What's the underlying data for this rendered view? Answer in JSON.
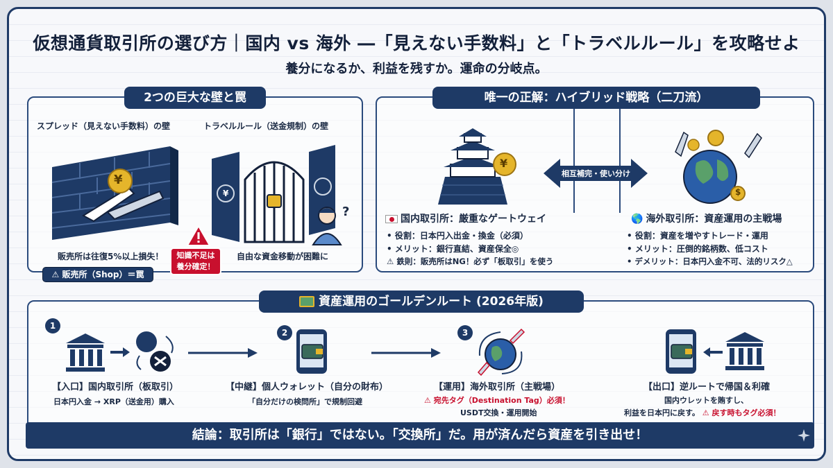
{
  "header": {
    "title": "仮想通貨取引所の選び方｜国内 vs 海外 ―「見えない手数料」と「トラベルルール」を攻略せよ",
    "subtitle": "養分になるか、利益を残すか。運命の分岐点。"
  },
  "walls": {
    "heading": "2つの巨大な壁と罠",
    "spread": {
      "title": "スプレッド（見えない手数料）の壁",
      "caption": "販売所は往復5%以上損失！",
      "coin": "¥"
    },
    "travel": {
      "title": "トラベルルール（送金規制）の壁",
      "caption": "自由な資金移動が困難に",
      "coin": "¥",
      "question": "?"
    },
    "shop_badge": "⚠ 販売所（Shop）＝罠",
    "warning_line1": "知識不足は",
    "warning_line2": "養分確定！"
  },
  "hybrid": {
    "heading": "唯一の正解：ハイブリッド戦略（二刀流）",
    "arrow_label": "相互補完・使い分け",
    "domestic": {
      "coin": "¥",
      "title": "国内取引所：厳重なゲートウェイ",
      "items": [
        "• 役割：日本円入出金・換金（必須）",
        "• メリット：銀行直結、資産保全◎",
        "⚠ 鉄則：販売所はNG！必ず「板取引」を使う"
      ]
    },
    "overseas": {
      "globe": "🌎",
      "coin": "$",
      "title": "海外取引所：資産運用の主戦場",
      "items": [
        "• 役割：資産を増やすトレード・運用",
        "• メリット：圧倒的銘柄数、低コスト",
        "• デメリット：日本円入金不可、法的リスク△"
      ]
    }
  },
  "route": {
    "heading": "資産運用のゴールデンルート (2026年版)",
    "steps": [
      {
        "num": "1",
        "title": "【入口】国内取引所（板取引）",
        "line1": "日本円入金 → XRP（送金用）購入",
        "line2": "",
        "line3": ""
      },
      {
        "num": "2",
        "title": "【中継】個人ウォレット（自分の財布）",
        "line1": "「自分だけの検問所」で規制回避",
        "line2": "",
        "line3": ""
      },
      {
        "num": "3",
        "title": "【運用】海外取引所（主戦場）",
        "line1": "⚠ 宛先タグ（Destination Tag）必須！",
        "line2": "USDT交換・運用開始",
        "line3": ""
      },
      {
        "num": "",
        "title": "【出口】逆ルートで帰国＆利確",
        "line1": "国内ウレットを賄すし、",
        "line2": "利益を日本円に戻す。",
        "line3": "⚠ 戻す時もタグ必須！"
      }
    ]
  },
  "conclusion": "結論：取引所は「銀行」ではない。「交換所」だ。用が済んだら資産を引き出せ！",
  "colors": {
    "navy": "#1e3a66",
    "gold": "#e5b52b",
    "warning": "#c8102e"
  }
}
